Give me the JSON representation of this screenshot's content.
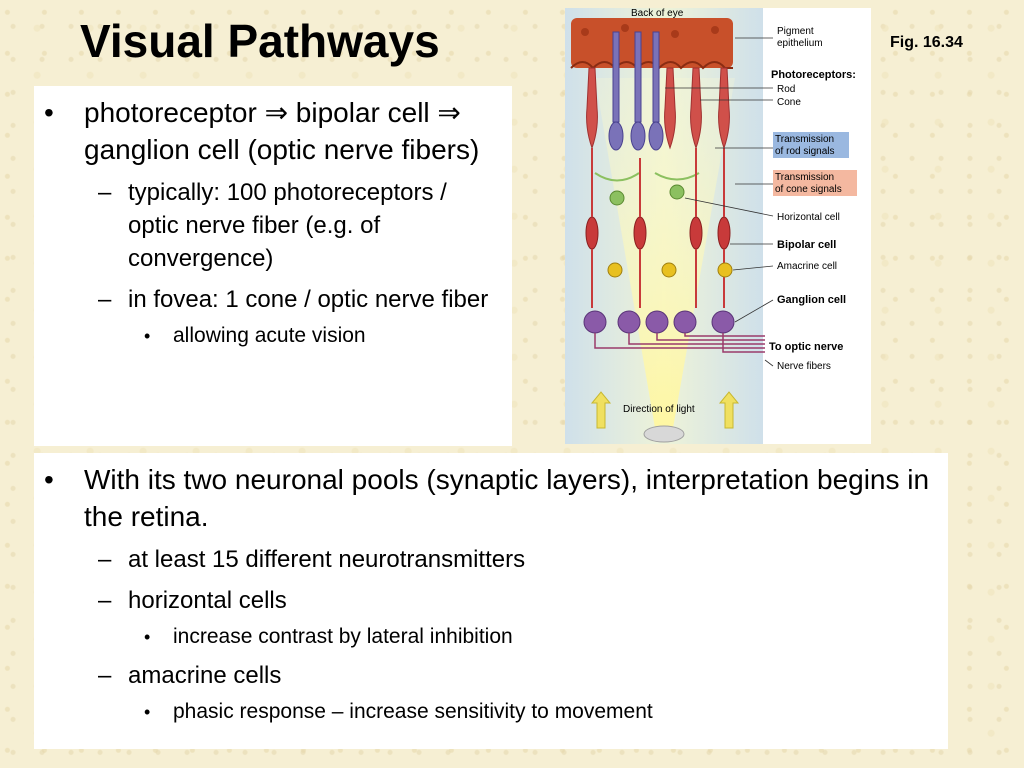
{
  "slide": {
    "title": "Visual Pathways",
    "figure_label": "Fig. 16.34"
  },
  "box1": {
    "bullet": "photoreceptor ⇒ bipolar cell ⇒ ganglion cell (optic nerve fibers)",
    "sub1": "typically: 100 photoreceptors / optic nerve fiber (e.g. of convergence)",
    "sub2": "in fovea: 1 cone / optic nerve fiber",
    "sub2_sub": "allowing acute vision"
  },
  "box2": {
    "bullet": "With its two neuronal pools (synaptic layers), interpretation begins in the retina.",
    "sub1": "at least 15 different neurotransmitters",
    "sub2": "horizontal cells",
    "sub2_sub": "increase contrast by lateral inhibition",
    "sub3": "amacrine cells",
    "sub3_sub": "phasic response – increase sensitivity to movement"
  },
  "diagram": {
    "back_of_eye": "Back of eye",
    "pigment_epithelium": "Pigment epithelium",
    "photoreceptors": "Photoreceptors:",
    "rod": "Rod",
    "cone": "Cone",
    "transmission_rod": "Transmission of rod signals",
    "transmission_cone": "Transmission of cone signals",
    "horizontal_cell": "Horizontal cell",
    "bipolar_cell": "Bipolar cell",
    "amacrine_cell": "Amacrine cell",
    "ganglion_cell": "Ganglion cell",
    "to_optic_nerve": "To optic nerve",
    "nerve_fibers": "Nerve fibers",
    "direction_of_light": "Direction of light",
    "colors": {
      "pigment": "#c8502a",
      "rod": "#7a72b8",
      "cone": "#d0504a",
      "horizontal": "#8cc060",
      "amacrine": "#e8c020",
      "ganglion": "#8a5aa8",
      "rod_label_bg": "#9ab8e0",
      "cone_label_bg": "#f4b8a0"
    }
  }
}
